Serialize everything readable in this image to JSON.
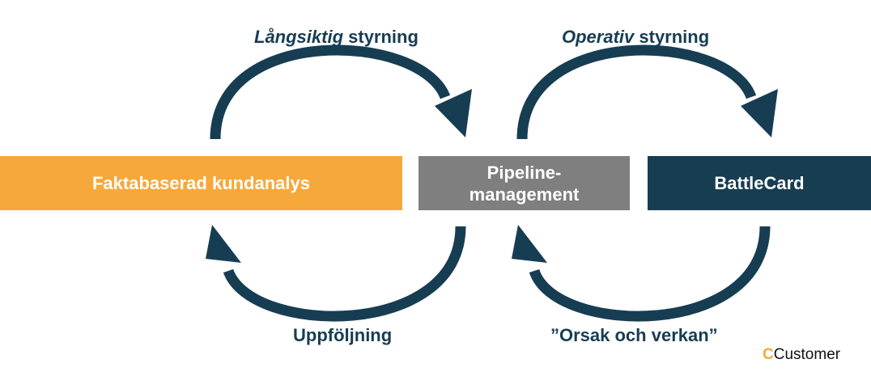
{
  "boxes": {
    "left": "Faktabaserad kundanalys",
    "center_line1": "Pipeline-",
    "center_line2": "management",
    "right": "BattleCard"
  },
  "labels": {
    "top_left_italic": "Långsiktig",
    "top_left_rest": " styrning",
    "top_right_italic": "Operativ",
    "top_right_rest": " styrning",
    "bottom_left": "Uppföljning",
    "bottom_right": "”Orsak och verkan”"
  },
  "logo": {
    "mark": "C",
    "text": "Customer"
  },
  "colors": {
    "orange": "#f7a83b",
    "gray": "#7f7f7f",
    "navy": "#173d53"
  }
}
